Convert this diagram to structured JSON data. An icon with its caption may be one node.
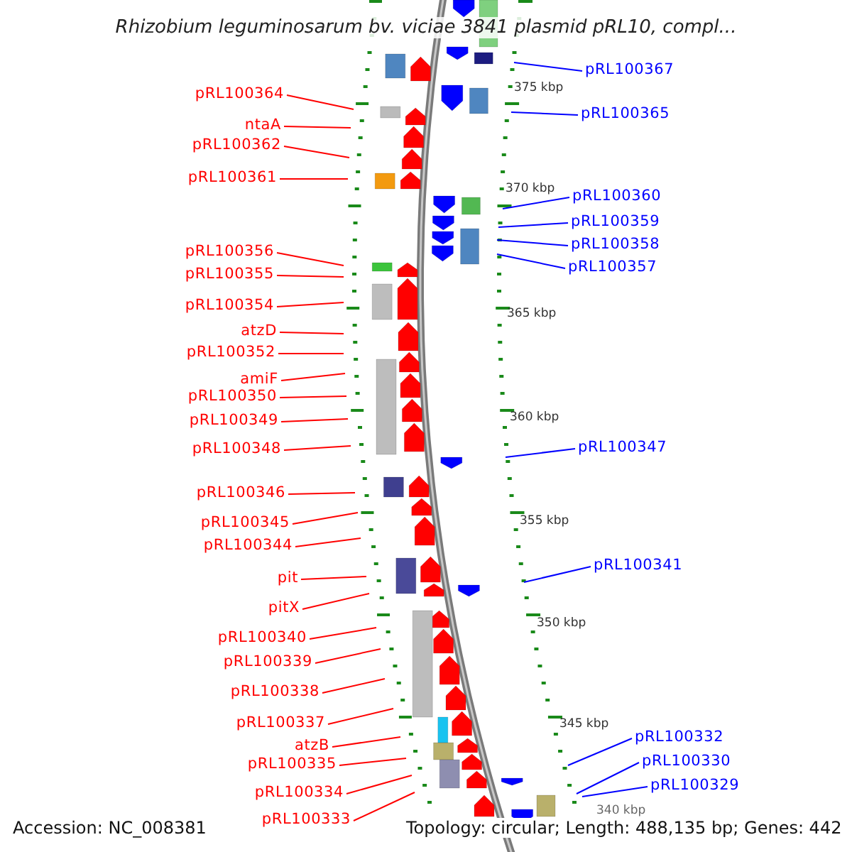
{
  "diagram": {
    "title": "Rhizobium leguminosarum bv. viciae 3841 plasmid pRL10, compl...",
    "nodes": [
      {
        "text": [
          "pRL100367"
        ]
      },
      {
        "text": [
          "pRL100364"
        ]
      },
      {
        "text": [
          "pRL100365"
        ]
      },
      {
        "text": [
          "ntaA"
        ]
      },
      {
        "text": [
          "pRL100362"
        ]
      },
      {
        "text": [
          "pRL100361"
        ]
      },
      {
        "text": [
          "pRL100360"
        ]
      },
      {
        "text": [
          "pRL100359"
        ]
      },
      {
        "text": [
          "pRL100358"
        ]
      },
      {
        "text": [
          "pRL100356"
        ]
      },
      {
        "text": [
          "pRL100357"
        ]
      },
      {
        "text": [
          "pRL100355"
        ]
      },
      {
        "text": [
          "pRL100354"
        ]
      },
      {
        "text": [
          "atzD"
        ]
      },
      {
        "text": [
          "pRL100352"
        ]
      },
      {
        "text": [
          "amiF"
        ]
      },
      {
        "text": [
          "pRL100350"
        ]
      },
      {
        "text": [
          "pRL100349"
        ]
      },
      {
        "text": [
          "pRL100347"
        ]
      },
      {
        "text": [
          "pRL100348"
        ]
      },
      {
        "text": [
          "pRL100346"
        ]
      },
      {
        "text": [
          "pRL100345"
        ]
      },
      {
        "text": [
          "pRL100344"
        ]
      },
      {
        "text": [
          "pRL100341"
        ]
      },
      {
        "text": [
          "pit"
        ]
      },
      {
        "text": [
          "pitX"
        ]
      },
      {
        "text": [
          "pRL100340"
        ]
      },
      {
        "text": [
          "pRL100339"
        ]
      },
      {
        "text": [
          "pRL100338"
        ]
      },
      {
        "text": [
          "pRL100337"
        ]
      },
      {
        "text": [
          "pRL100332"
        ]
      },
      {
        "text": [
          "atzB"
        ]
      },
      {
        "text": [
          "pRL100330"
        ]
      },
      {
        "text": [
          "pRL100335"
        ]
      },
      {
        "text": [
          "pRL100329"
        ]
      },
      {
        "text": [
          "pRL100334"
        ]
      },
      {
        "text": [
          "pRL100333"
        ]
      }
    ],
    "edges": [
      {
        "from": 0,
        "to": null,
        "arrow": "none",
        "color": "#0000ff"
      },
      {
        "from": 1,
        "to": null,
        "arrow": "none"
      },
      {
        "from": 2,
        "to": null,
        "arrow": "none",
        "color": "#0000ff"
      },
      {
        "from": 3,
        "to": null,
        "arrow": "none"
      },
      {
        "from": 4,
        "to": null,
        "arrow": "none"
      },
      {
        "from": 5,
        "to": null,
        "arrow": "none"
      },
      {
        "from": 6,
        "to": null,
        "arrow": "none",
        "color": "#0000ff"
      },
      {
        "from": 7,
        "to": null,
        "arrow": "none",
        "color": "#0000ff"
      },
      {
        "from": 8,
        "to": null,
        "arrow": "none",
        "color": "#0000ff"
      },
      {
        "from": 9,
        "to": null,
        "arrow": "none"
      },
      {
        "from": 10,
        "to": null,
        "arrow": "none",
        "color": "#0000ff"
      },
      {
        "from": 11,
        "to": null,
        "arrow": "none"
      },
      {
        "from": 12,
        "to": null,
        "arrow": "none"
      },
      {
        "from": 13,
        "to": null,
        "arrow": "none"
      },
      {
        "from": 14,
        "to": null,
        "arrow": "none"
      },
      {
        "from": 15,
        "to": null,
        "arrow": "none"
      },
      {
        "from": 16,
        "to": null,
        "arrow": "none"
      },
      {
        "from": 17,
        "to": null,
        "arrow": "none"
      },
      {
        "from": 18,
        "to": null,
        "arrow": "none",
        "color": "#0000ff"
      },
      {
        "from": 19,
        "to": null,
        "arrow": "none"
      },
      {
        "from": 20,
        "to": null,
        "arrow": "none"
      },
      {
        "from": 21,
        "to": null,
        "arrow": "none"
      },
      {
        "from": 22,
        "to": null,
        "arrow": "none"
      },
      {
        "from": 23,
        "to": null,
        "arrow": "none",
        "color": "#0000ff"
      },
      {
        "from": 24,
        "to": null,
        "arrow": "none"
      },
      {
        "from": 25,
        "to": null,
        "arrow": "none"
      },
      {
        "from": 26,
        "to": null,
        "arrow": "none"
      },
      {
        "from": 27,
        "to": null,
        "arrow": "none"
      },
      {
        "from": 28,
        "to": null,
        "arrow": "none"
      },
      {
        "from": 29,
        "to": null,
        "arrow": "none"
      },
      {
        "from": 30,
        "to": null,
        "arrow": "none",
        "color": "#0000ff"
      },
      {
        "from": 31,
        "to": null,
        "arrow": "none"
      },
      {
        "from": 32,
        "to": null,
        "arrow": "none",
        "color": "#0000ff"
      },
      {
        "from": 33,
        "to": null,
        "arrow": "none"
      },
      {
        "from": 34,
        "to": null,
        "arrow": "none",
        "color": "#0000ff"
      },
      {
        "from": 35,
        "to": null,
        "arrow": "none"
      },
      {
        "from": 36,
        "to": null,
        "arrow": "none"
      }
    ],
    "labels": [
      "375 kbp",
      "370 kbp",
      "365 kbp",
      "360 kbp",
      "355 kbp",
      "350 kbp",
      "345 kbp",
      "340 kbp",
      "Accession: NC_008381",
      "Topology: circular; Length: 488,135 bp; Genes: 442"
    ]
  }
}
